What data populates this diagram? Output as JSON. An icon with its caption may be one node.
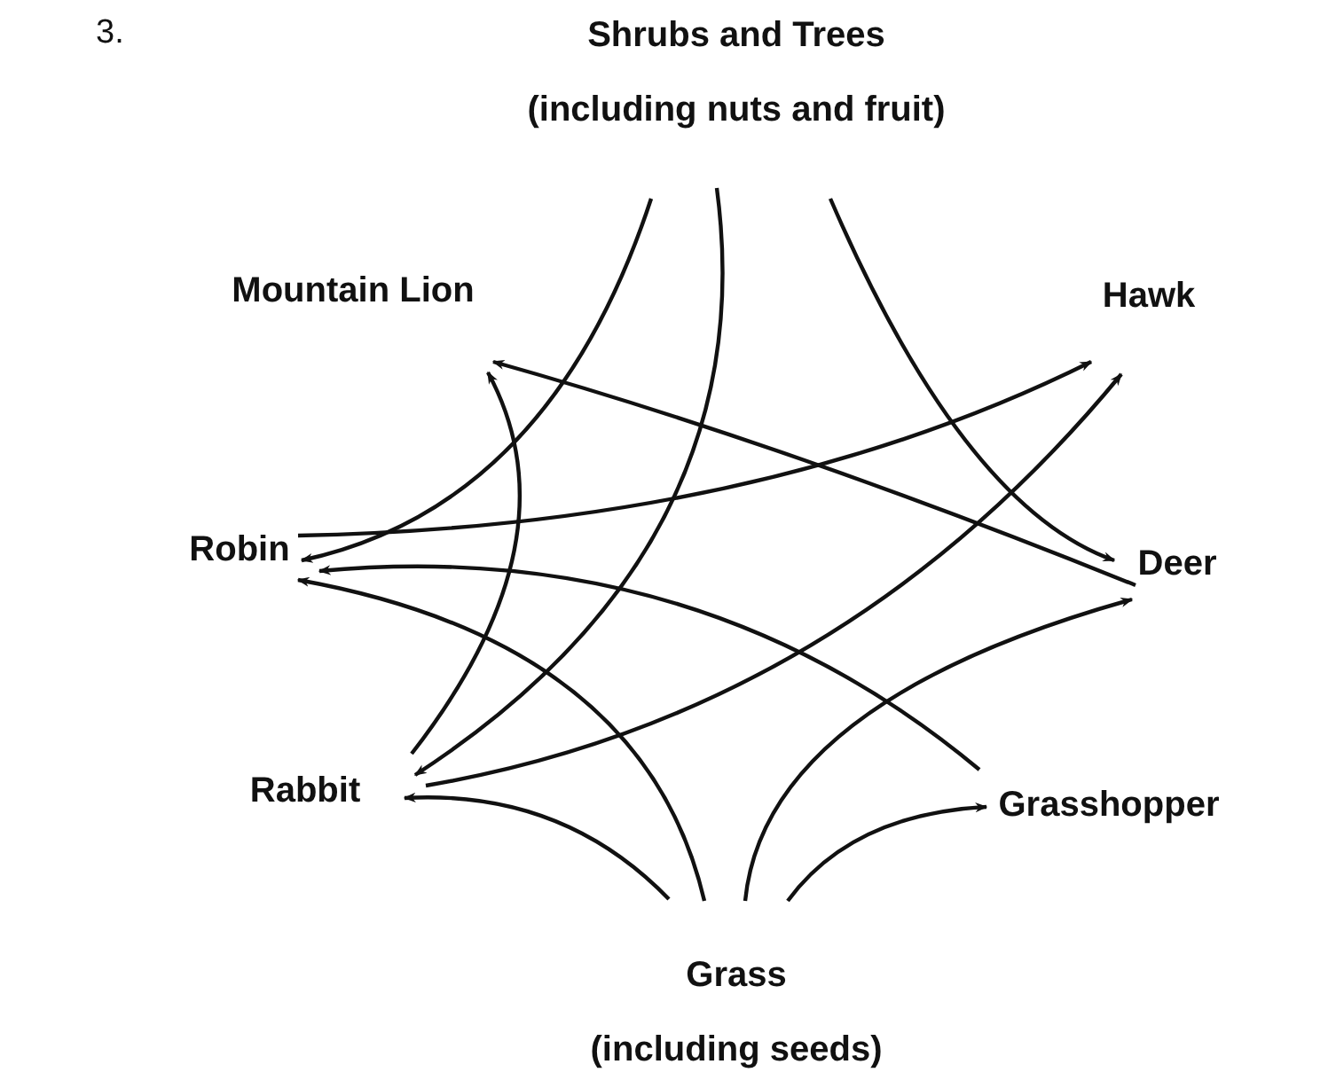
{
  "diagram": {
    "nodes": [
      {
        "text": [
          "Shrubs and Trees",
          "(including nuts and fruit)"
        ]
      },
      {
        "text": [
          "Mountain Lion"
        ]
      },
      {
        "text": [
          "Hawk"
        ]
      },
      {
        "text": [
          "Robin"
        ]
      },
      {
        "text": [
          "Deer"
        ]
      },
      {
        "text": [
          "Rabbit"
        ]
      },
      {
        "text": [
          "Grasshopper"
        ]
      },
      {
        "text": [
          "Grass",
          "(including seeds)"
        ]
      }
    ],
    "edges": [
      {
        "from": 0,
        "to": 3,
        "arrow": "to"
      },
      {
        "from": 0,
        "to": 5,
        "arrow": "to"
      },
      {
        "from": 0,
        "to": 4,
        "arrow": "to"
      },
      {
        "from": 5,
        "to": 1,
        "arrow": "to"
      },
      {
        "from": 4,
        "to": 1,
        "arrow": "to"
      },
      {
        "from": 3,
        "to": 2,
        "arrow": "to"
      },
      {
        "from": 5,
        "to": 2,
        "arrow": "to"
      },
      {
        "from": 6,
        "to": 3,
        "arrow": "to"
      },
      {
        "from": 7,
        "to": 3,
        "arrow": "to"
      },
      {
        "from": 7,
        "to": 5,
        "arrow": "to"
      },
      {
        "from": 7,
        "to": 4,
        "arrow": "to"
      },
      {
        "from": 7,
        "to": 6,
        "arrow": "to"
      }
    ],
    "labels": [
      "3."
    ]
  }
}
